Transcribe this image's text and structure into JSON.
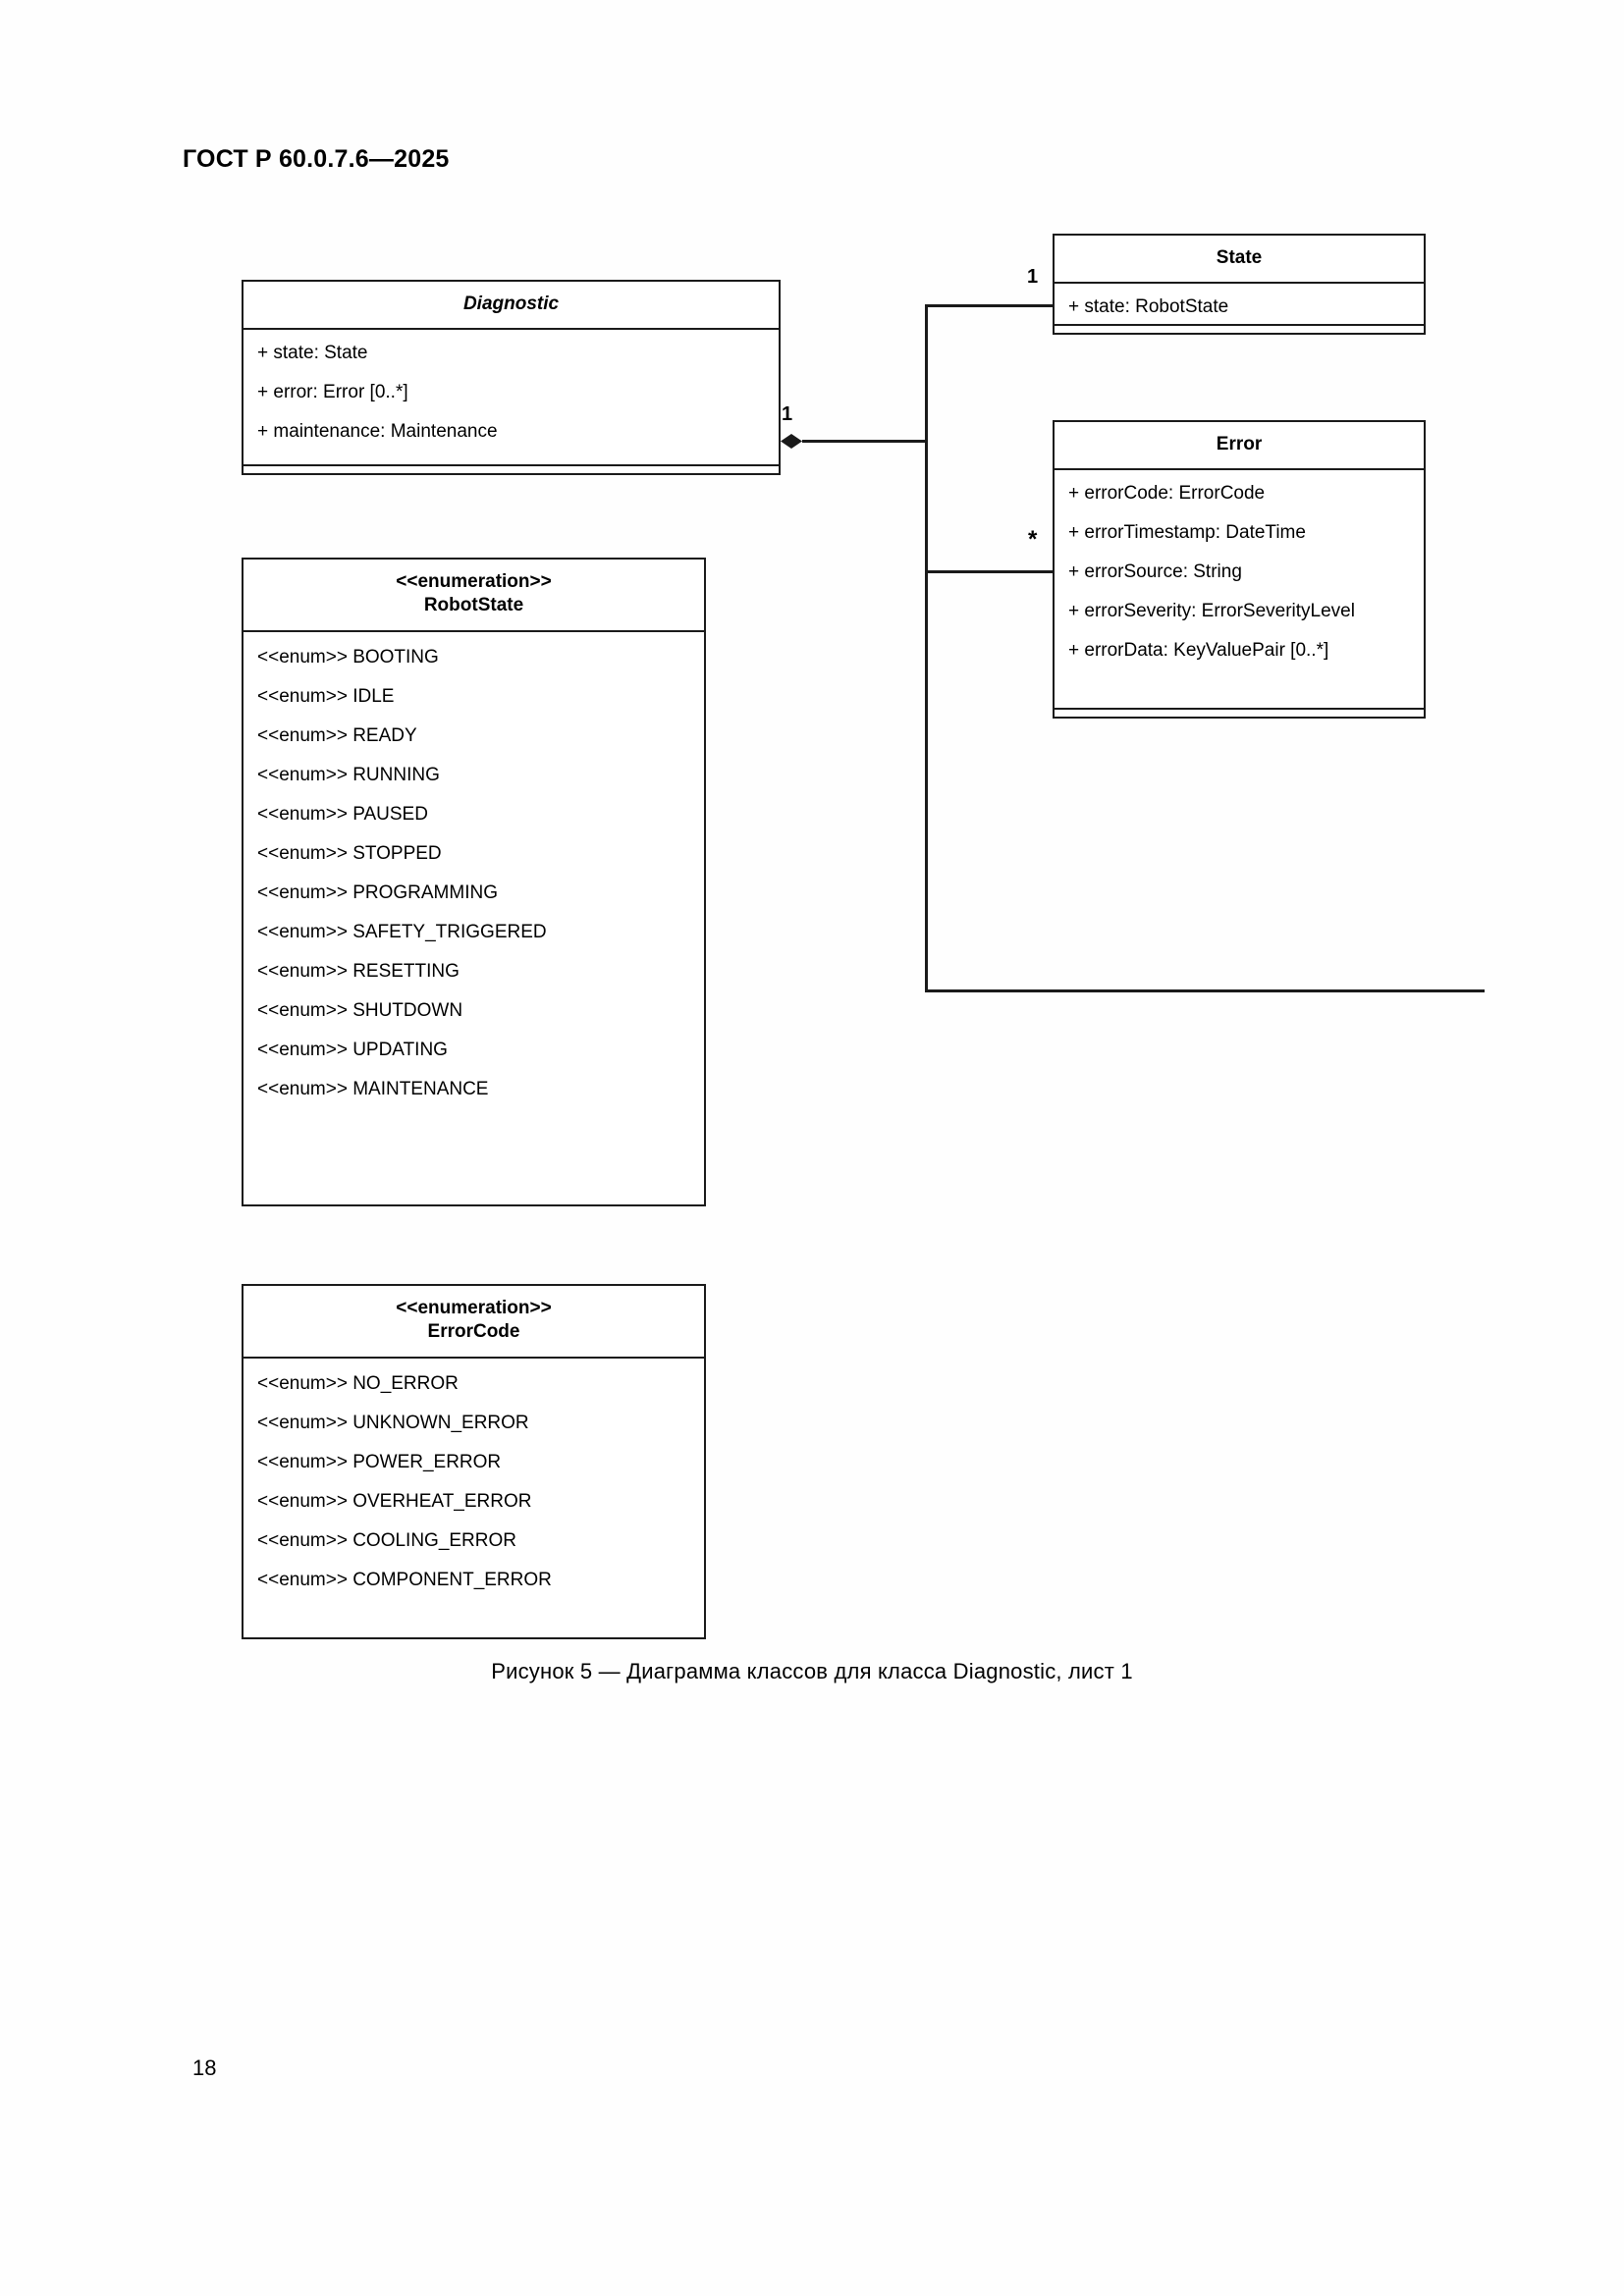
{
  "document": {
    "header": "ГОСТ Р 60.0.7.6—2025",
    "page_number": "18",
    "figure_caption": "Рисунок 5 — Диаграмма классов для класса Diagnostic, лист 1"
  },
  "diagram": {
    "classes": {
      "diagnostic": {
        "name": "Diagnostic",
        "attributes": [
          "+ state: State",
          "+ error: Error [0..*]",
          "+ maintenance: Maintenance"
        ]
      },
      "state": {
        "name": "State",
        "attributes": [
          "+ state: RobotState"
        ]
      },
      "error": {
        "name": "Error",
        "attributes": [
          "+ errorCode: ErrorCode",
          "+ errorTimestamp: DateTime",
          "+ errorSource: String",
          "+ errorSeverity: ErrorSeverityLevel",
          "+ errorData: KeyValuePair [0..*]"
        ]
      }
    },
    "enumerations": {
      "robot_state": {
        "stereotype": "<<enumeration>>",
        "name": "RobotState",
        "literals": [
          "<<enum>> BOOTING",
          "<<enum>> IDLE",
          "<<enum>> READY",
          "<<enum>> RUNNING",
          "<<enum>> PAUSED",
          "<<enum>> STOPPED",
          "<<enum>> PROGRAMMING",
          "<<enum>> SAFETY_TRIGGERED",
          "<<enum>> RESETTING",
          "<<enum>> SHUTDOWN",
          "<<enum>> UPDATING",
          "<<enum>> MAINTENANCE"
        ]
      },
      "error_code": {
        "stereotype": "<<enumeration>>",
        "name": "ErrorCode",
        "literals": [
          "<<enum>> NO_ERROR",
          "<<enum>> UNKNOWN_ERROR",
          "<<enum>> POWER_ERROR",
          "<<enum>> OVERHEAT_ERROR",
          "<<enum>> COOLING_ERROR",
          "<<enum>> COMPONENT_ERROR"
        ]
      }
    },
    "multiplicities": {
      "composition_source": "1",
      "state_end": "1",
      "error_end": "*"
    },
    "colors": {
      "stroke": "#1a1a1a",
      "fill": "#ffffff",
      "text": "#000000"
    }
  }
}
